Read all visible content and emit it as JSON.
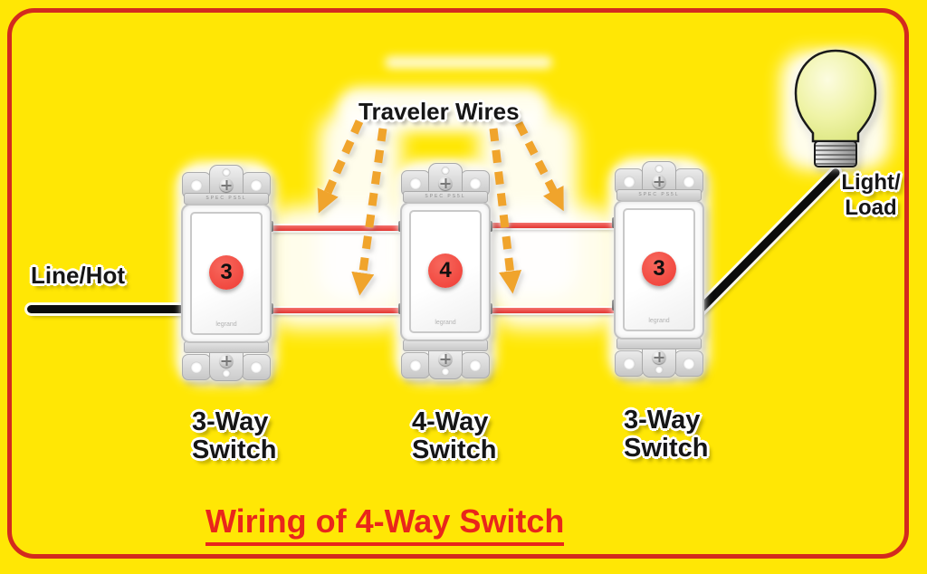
{
  "diagram": {
    "title": "Wiring of 4-Way Switch",
    "traveler_label": "Traveler Wires",
    "line_hot_label": "Line/Hot",
    "light_load_line1": "Light/",
    "light_load_line2": "Load",
    "switches": [
      {
        "number": "3",
        "name_line1": "3-Way",
        "name_line2": "Switch"
      },
      {
        "number": "4",
        "name_line1": "4-Way",
        "name_line2": "Switch"
      },
      {
        "number": "3",
        "name_line1": "3-Way",
        "name_line2": "Switch"
      }
    ],
    "switch_brand": "legrand",
    "switch_plate_text": "SPEC PS5L",
    "colors": {
      "background": "#FFE705",
      "border_red": "#D32A1E",
      "wire_red": "#EE443F",
      "wire_black": "#0C0C0C",
      "arrow_orange": "#F0A42C",
      "badge_red": "#F2463C",
      "title_red": "#E9261B",
      "bulb_fill": "#EDF2A0"
    }
  }
}
